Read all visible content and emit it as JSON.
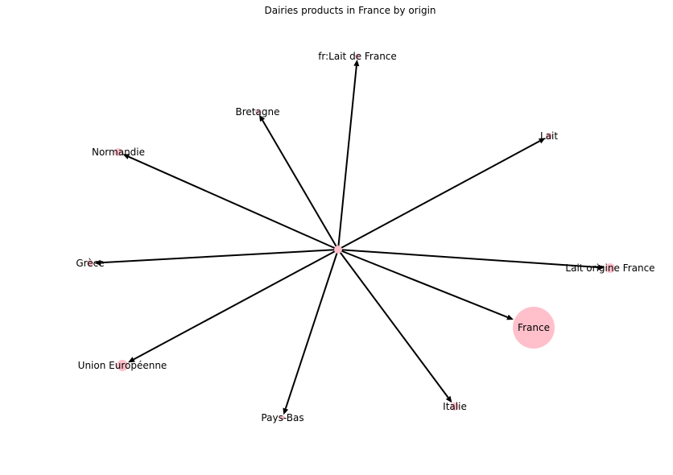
{
  "title": "Dairies products in France by origin",
  "colors": {
    "node": "#ffc0cb",
    "edge": "#000000",
    "text": "#000000",
    "background": "#ffffff"
  },
  "graph": {
    "type": "directed-star",
    "center_node": {
      "id": "center",
      "label": ""
    },
    "nodes": [
      {
        "id": "fr-lait-de-france",
        "label": "fr:Lait de France"
      },
      {
        "id": "bretagne",
        "label": "Bretagne"
      },
      {
        "id": "lait",
        "label": "Lait"
      },
      {
        "id": "normandie",
        "label": "Normandie"
      },
      {
        "id": "grece",
        "label": "Grèce"
      },
      {
        "id": "lait-origine-france",
        "label": "Lait origine France"
      },
      {
        "id": "france",
        "label": "France"
      },
      {
        "id": "union-europeenne",
        "label": "Union Européenne"
      },
      {
        "id": "pays-bas",
        "label": "Pays-Bas"
      },
      {
        "id": "italie",
        "label": "Italie"
      }
    ],
    "edges": [
      {
        "from": "center",
        "to": "fr-lait-de-france"
      },
      {
        "from": "center",
        "to": "bretagne"
      },
      {
        "from": "center",
        "to": "lait"
      },
      {
        "from": "center",
        "to": "normandie"
      },
      {
        "from": "center",
        "to": "grece"
      },
      {
        "from": "center",
        "to": "lait-origine-france"
      },
      {
        "from": "center",
        "to": "france"
      },
      {
        "from": "center",
        "to": "union-europeenne"
      },
      {
        "from": "center",
        "to": "pays-bas"
      },
      {
        "from": "center",
        "to": "italie"
      }
    ]
  }
}
